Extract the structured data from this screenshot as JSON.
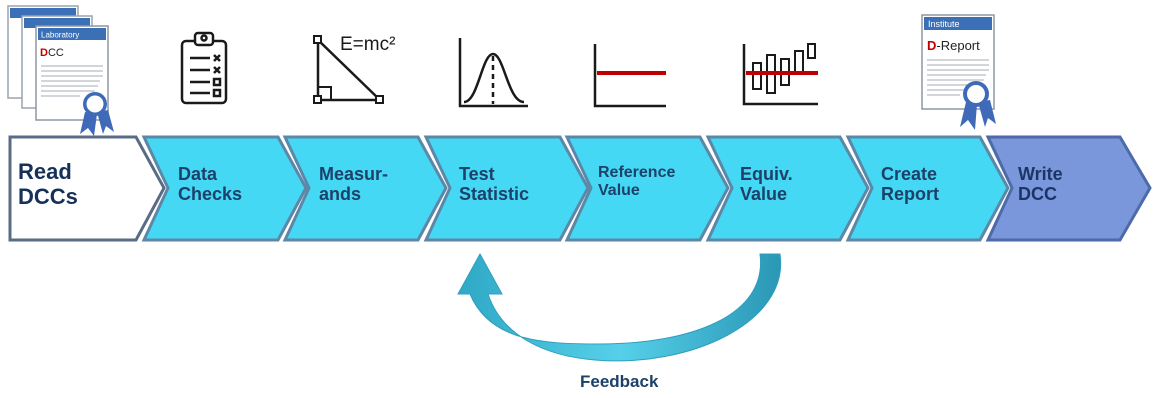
{
  "steps": [
    {
      "line1": "Read",
      "line2": "DCCs"
    },
    {
      "line1": "Data",
      "line2": "Checks"
    },
    {
      "line1": "Measur-",
      "line2": "ands"
    },
    {
      "line1": "Test",
      "line2": "Statistic"
    },
    {
      "line1": "Reference",
      "line2": "Value"
    },
    {
      "line1": "Equiv.",
      "line2": "Value"
    },
    {
      "line1": "Create",
      "line2": "Report"
    },
    {
      "line1": "Write",
      "line2": "DCC"
    }
  ],
  "feedback": "Feedback",
  "icons": {
    "dcc_stack": {
      "header": "Laboratory",
      "title_letter": "D",
      "title_rest": "CC"
    },
    "clipboard": "clipboard-checklist-icon",
    "formula": "E=mc²",
    "bell_curve": "bell-curve-icon",
    "reference_line": "reference-line-icon",
    "bar_chart": "bar-chart-icon",
    "report": {
      "header": "Institute",
      "title_letter": "D",
      "title_rest": "-Report"
    }
  },
  "colors": {
    "step_fill": "#44d8f5",
    "step_border": "#5d87a6",
    "read_fill": "#ffffff",
    "write_fill": "#7b97db",
    "arrow": "#3ab6cf",
    "accent_red": "#c00000",
    "ribbon": "#3e6ab8"
  }
}
